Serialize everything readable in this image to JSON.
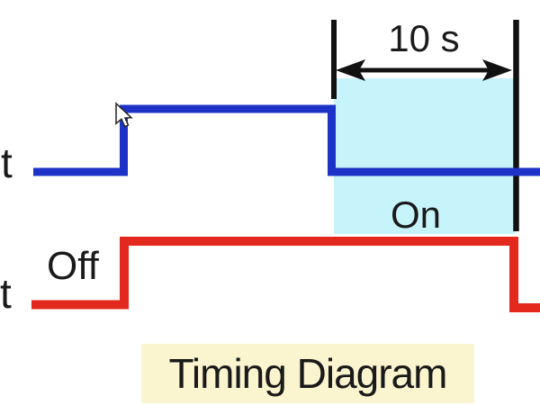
{
  "background": "#ffffff",
  "text_color": "#1a1a1a",
  "title_box": {
    "label": "Timing Diagram",
    "bg": "#faf5cf"
  },
  "duration_annotation": {
    "label": "10 s",
    "value_seconds": 10,
    "color": "#111111"
  },
  "highlight_region": {
    "color": "#c7f3fa"
  },
  "signal_top": {
    "axis_label": "t",
    "color": "#1d33c8",
    "states": [
      "low",
      "high",
      "low"
    ]
  },
  "signal_bottom": {
    "axis_label": "t",
    "color": "#e3291e",
    "off_label": "Off",
    "on_label": "On",
    "states": [
      "off",
      "on",
      "off"
    ]
  },
  "cursor": {
    "shape": "arrow-pointer",
    "fill": "#ffffff",
    "outline": "#222222"
  }
}
